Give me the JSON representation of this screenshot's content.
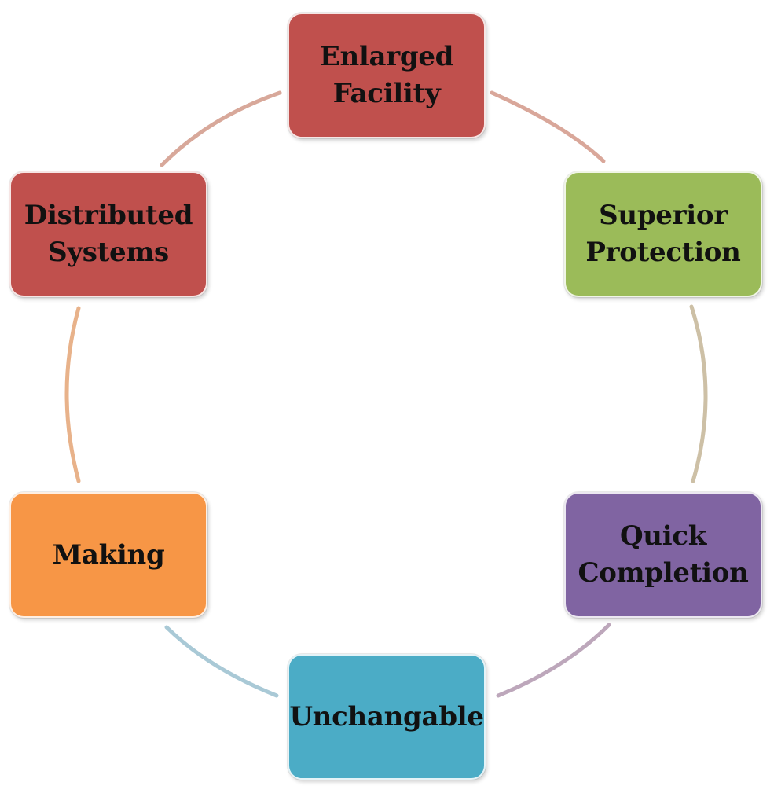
{
  "diagram": {
    "nodes": [
      {
        "id": "n1",
        "label": "Enlarged\nFacility",
        "color": "#c0504d"
      },
      {
        "id": "n2",
        "label": "Superior\nProtection",
        "color": "#9bbb59"
      },
      {
        "id": "n3",
        "label": "Quick\nCompletion",
        "color": "#8064a2"
      },
      {
        "id": "n4",
        "label": "Unchangable",
        "color": "#4bacc6"
      },
      {
        "id": "n5",
        "label": "Making",
        "color": "#f79646"
      },
      {
        "id": "n6",
        "label": "Distributed\nSystems",
        "color": "#c0504d"
      }
    ],
    "connector_colors": [
      "#d9a79a",
      "#cdc0a6",
      "#bda7bb",
      "#a9c9d6",
      "#e8b28a",
      "#d8a89a"
    ]
  }
}
